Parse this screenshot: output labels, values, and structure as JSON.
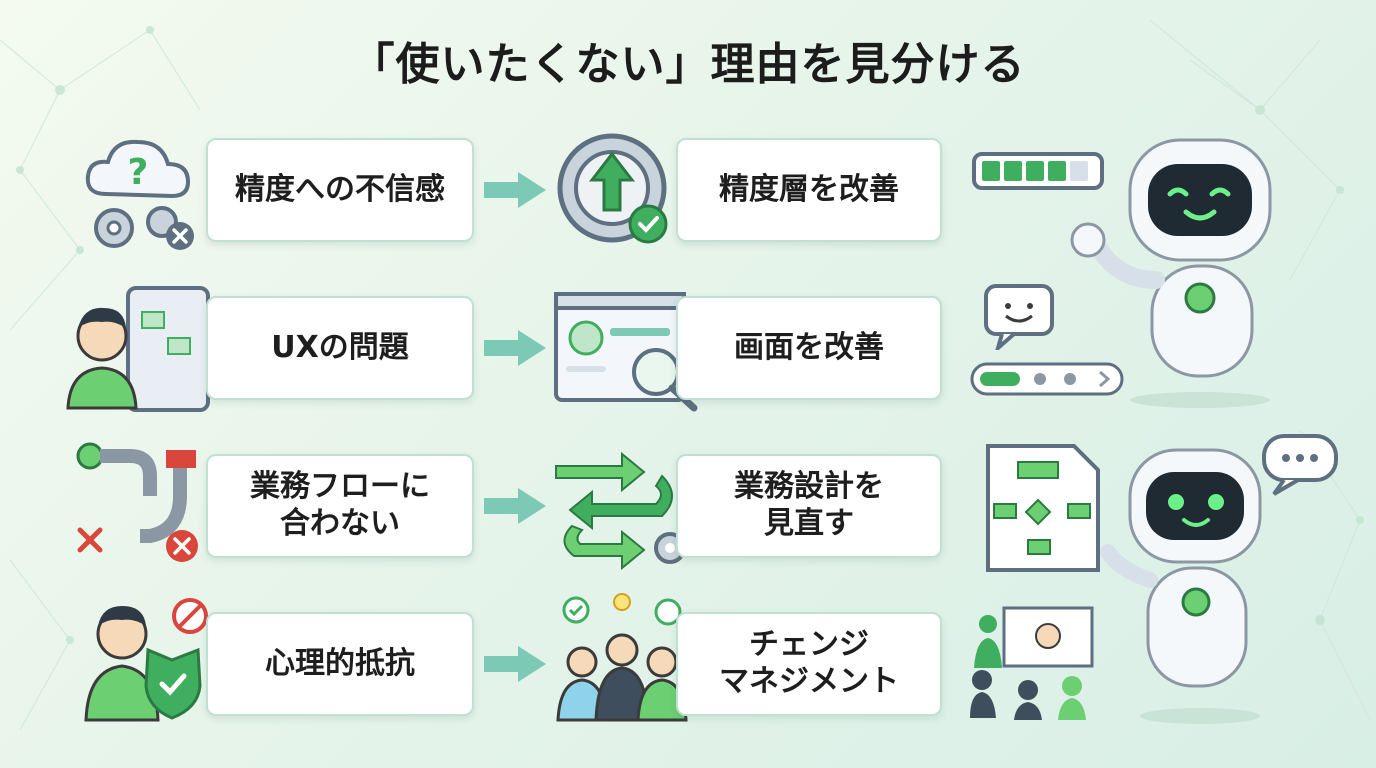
{
  "title": "「使いたくない」理由を見分ける",
  "rows": [
    {
      "reason": "精度への不信感",
      "solution": "精度層を改善"
    },
    {
      "reason": "UXの問題",
      "solution": "画面を改善"
    },
    {
      "reason": "業務フローに\n合わない",
      "solution": "業務設計を\n見直す"
    },
    {
      "reason": "心理的抵抗",
      "solution": "チェンジ\nマネジメント"
    }
  ],
  "icons": {
    "row1_left": "cloud-question-gears-icon",
    "row1_right": "gear-up-arrow-check-icon",
    "row2_left": "confused-user-tablet-icon",
    "row2_right": "screen-magnifier-icon",
    "row3_left": "broken-pipe-icon",
    "row3_right": "flow-arrows-gear-icon",
    "row4_left": "resistant-user-shield-icon",
    "row4_right": "team-handshake-icon",
    "side": "robot-mascot-icon"
  },
  "colors": {
    "accent": "#3fae5e",
    "teal": "#5cb8a6",
    "error": "#d9463b",
    "card_border": "#bfe0d2"
  }
}
